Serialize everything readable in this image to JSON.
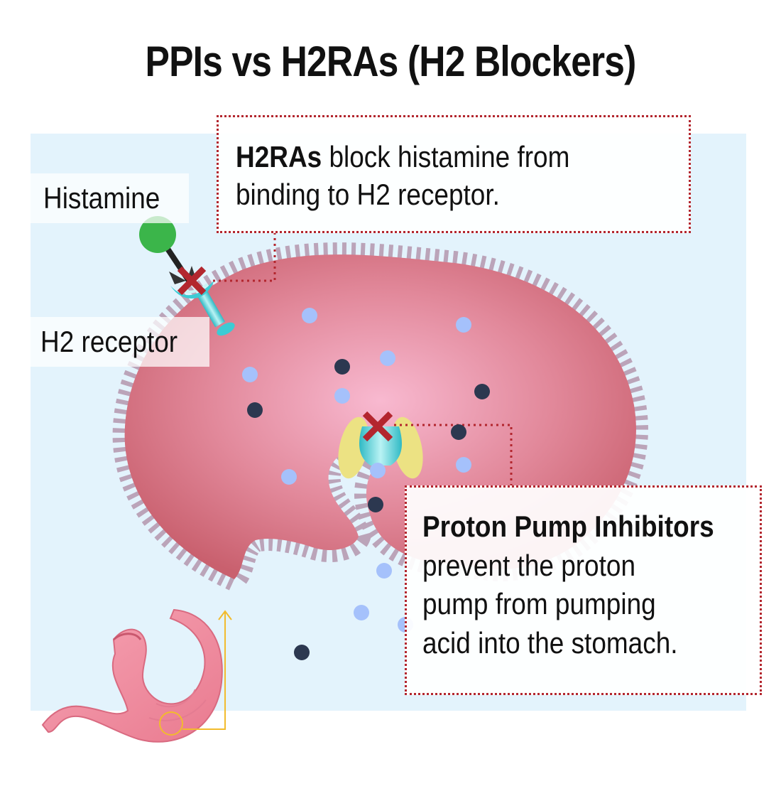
{
  "title": "PPIs vs H2RAs (H2 Blockers)",
  "labels": {
    "histamine": "Histamine",
    "h2_receptor": "H2 receptor"
  },
  "h2ra_callout": {
    "bold": "H2RAs",
    "line1_rest": " block histamine from",
    "line2": "binding to H2 receptor."
  },
  "ppi_callout": {
    "heading": "Proton Pump Inhibitors",
    "lines": [
      "prevent the proton",
      "pump from pumping",
      "acid into the stomach."
    ]
  },
  "colors": {
    "background_panel": "#e3f3fc",
    "cell_body": "#d66f7d",
    "cell_center": "#f7b6cd",
    "membrane_stripes": "#b8a2b6",
    "histamine": "#3bb54a",
    "receptor": "#3ccbd4",
    "block_mark": "#b3262e",
    "callout_border": "#b3262e",
    "dot_light": "#a5c1fb",
    "dot_dark": "#2c3850",
    "pump_yellow": "#ece283",
    "stomach": "#f08ea0",
    "pointer": "#f2bb2d"
  },
  "icons": [
    "histamine-molecule-icon",
    "h2-receptor-icon",
    "block-x-icon",
    "proton-pump-icon",
    "stomach-icon"
  ]
}
